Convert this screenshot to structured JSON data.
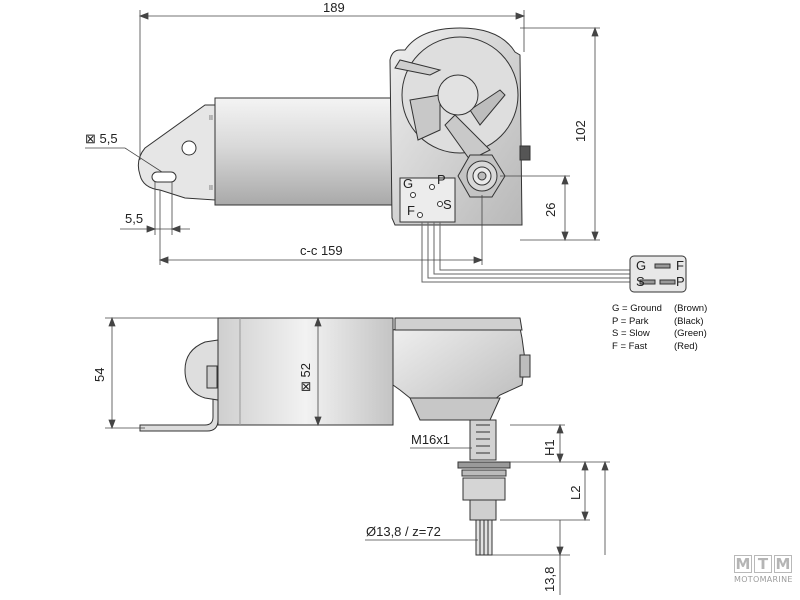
{
  "dimensions": {
    "overall_length": "189",
    "hole_size": "⊠ 5,5",
    "slot_width": "5,5",
    "center_distance": "c-c 159",
    "overall_height": "102",
    "shaft_height": "26",
    "side_height": "54",
    "motor_diameter": "⊠ 52",
    "thread": "M16x1",
    "h1": "H1",
    "l2": "L2",
    "spline": "Ø13,8 / z=72",
    "spline_length": "13,8"
  },
  "terminals": {
    "g": "G",
    "p": "P",
    "f": "F",
    "s": "S"
  },
  "connector_pins": {
    "g": "G",
    "f": "F",
    "s": "S",
    "p": "P"
  },
  "legend": [
    {
      "code": "G = Ground",
      "color": "(Brown)"
    },
    {
      "code": "P = Park",
      "color": "(Black)"
    },
    {
      "code": "S = Slow",
      "color": "(Green)"
    },
    {
      "code": "F = Fast",
      "color": "(Red)"
    }
  ],
  "logo": {
    "letters": [
      "M",
      "T",
      "M"
    ],
    "wordmark": "MOTOMARINE"
  },
  "colors": {
    "line": "#333333",
    "body_fill": "#d6d6d6",
    "light_fill": "#ececec",
    "logo_grey": "#b5b5b5"
  }
}
